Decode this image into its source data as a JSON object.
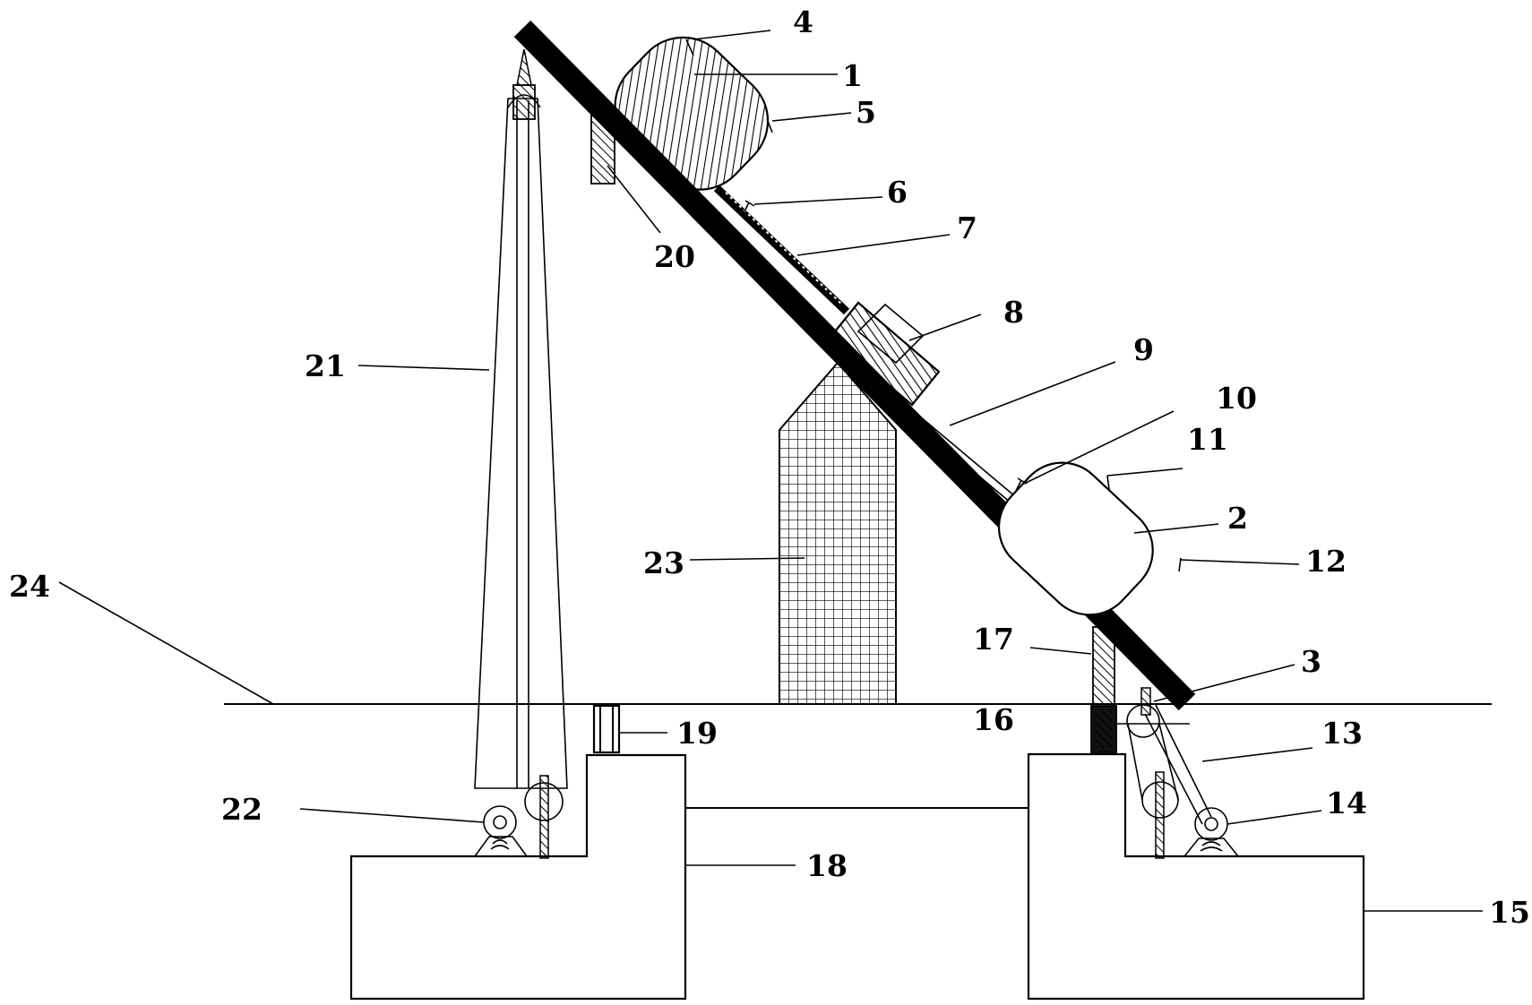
{
  "labels": {
    "n1": "1",
    "n2": "2",
    "n3": "3",
    "n4": "4",
    "n5": "5",
    "n6": "6",
    "n7": "7",
    "n8": "8",
    "n9": "9",
    "n10": "10",
    "n11": "11",
    "n12": "12",
    "n13": "13",
    "n14": "14",
    "n15": "15",
    "n16": "16",
    "n17": "17",
    "n18": "18",
    "n19": "19",
    "n20": "20",
    "n21": "21",
    "n22": "22",
    "n23": "23",
    "n24": "24"
  },
  "colors": {
    "ink": "#000000",
    "background": "#ffffff"
  }
}
